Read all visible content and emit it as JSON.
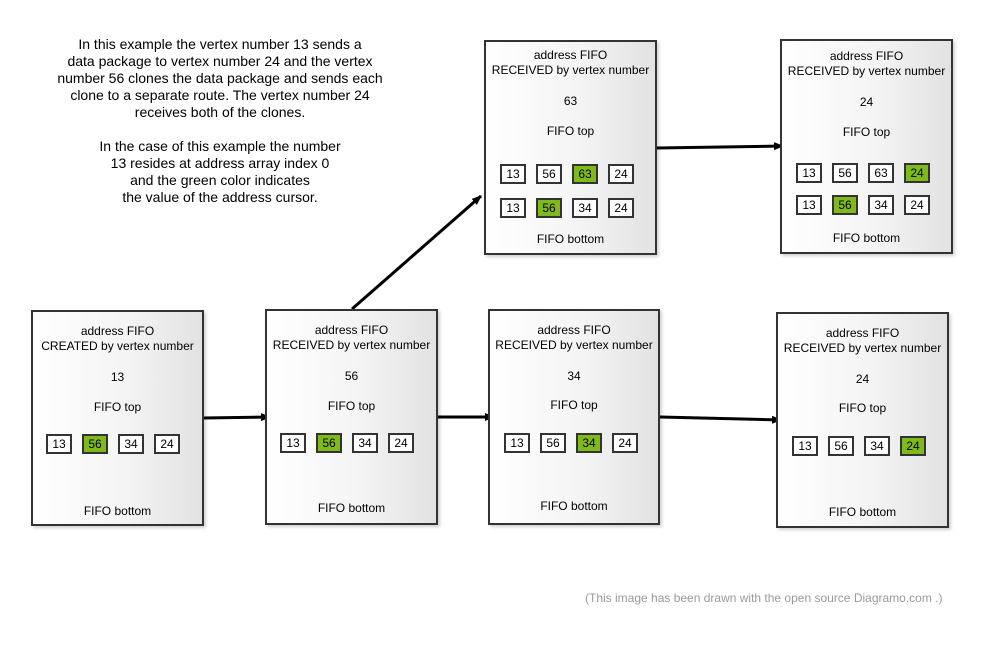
{
  "description": {
    "paragraph1": "In this example the vertex number 13 sends a\ndata package to vertex number 24 and the vertex\nnumber 56 clones the data package and sends each\nclone to a separate route. The vertex number 24\nreceives both of the clones.",
    "paragraph2": "In the case of this example the number\n13 resides at address array index 0\nand the green color indicates\nthe value of the address cursor."
  },
  "colors": {
    "cursor_highlight": "#80b91a",
    "border": "#333333"
  },
  "nodes": [
    {
      "id": "n13",
      "header": "address FIFO\nCREATED by vertex number",
      "vertex": "13",
      "top_label": "FIFO top",
      "bottom_label": "FIFO bottom",
      "rows": [
        {
          "values": [
            "13",
            "56",
            "34",
            "24"
          ],
          "cursor_index": 1
        }
      ]
    },
    {
      "id": "n56",
      "header": "address FIFO\nRECEIVED by vertex number",
      "vertex": "56",
      "top_label": "FIFO top",
      "bottom_label": "FIFO bottom",
      "rows": [
        {
          "values": [
            "13",
            "56",
            "34",
            "24"
          ],
          "cursor_index": 1
        }
      ]
    },
    {
      "id": "n34",
      "header": "address FIFO\nRECEIVED by vertex number",
      "vertex": "34",
      "top_label": "FIFO top",
      "bottom_label": "FIFO bottom",
      "rows": [
        {
          "values": [
            "13",
            "56",
            "34",
            "24"
          ],
          "cursor_index": 2
        }
      ]
    },
    {
      "id": "n24b",
      "header": "address FIFO\nRECEIVED by vertex number",
      "vertex": "24",
      "top_label": "FIFO top",
      "bottom_label": "FIFO bottom",
      "rows": [
        {
          "values": [
            "13",
            "56",
            "34",
            "24"
          ],
          "cursor_index": 3
        }
      ]
    },
    {
      "id": "n63",
      "header": "address FIFO\nRECEIVED by vertex number",
      "vertex": "63",
      "top_label": "FIFO top",
      "bottom_label": "FIFO bottom",
      "rows": [
        {
          "values": [
            "13",
            "56",
            "63",
            "24"
          ],
          "cursor_index": 2
        },
        {
          "values": [
            "13",
            "56",
            "34",
            "24"
          ],
          "cursor_index": 1
        }
      ]
    },
    {
      "id": "n24a",
      "header": "address FIFO\nRECEIVED by vertex number",
      "vertex": "24",
      "top_label": "FIFO top",
      "bottom_label": "FIFO bottom",
      "rows": [
        {
          "values": [
            "13",
            "56",
            "63",
            "24"
          ],
          "cursor_index": 3
        },
        {
          "values": [
            "13",
            "56",
            "34",
            "24"
          ],
          "cursor_index": 1
        }
      ]
    }
  ],
  "edges": [
    {
      "from": "n13",
      "to": "n56"
    },
    {
      "from": "n56",
      "to": "n34"
    },
    {
      "from": "n34",
      "to": "n24b"
    },
    {
      "from": "n56",
      "to": "n63"
    },
    {
      "from": "n63",
      "to": "n24a"
    }
  ],
  "footer": "(This image has been drawn with the open source Diagramo.com .)"
}
